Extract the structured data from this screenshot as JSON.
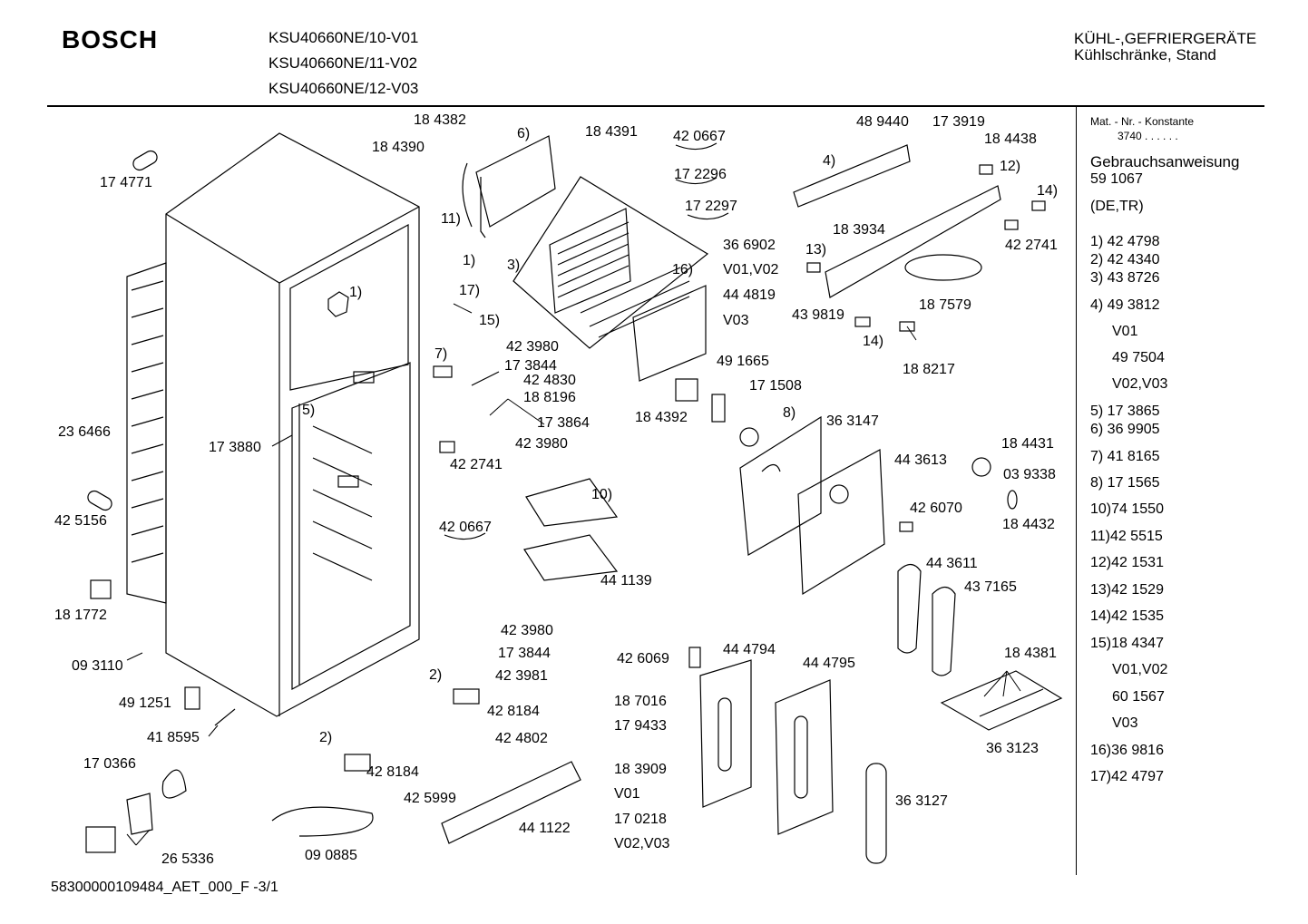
{
  "header": {
    "brand": "BOSCH",
    "models": [
      "KSU40660NE/10-V01",
      "KSU40660NE/11-V02",
      "KSU40660NE/12-V03"
    ],
    "category_line1": "KÜHL-,GEFRIERGERÄTE",
    "category_line2": "Kühlschränke, Stand"
  },
  "sidebar": {
    "mat_header": "Mat. - Nr. - Konstante",
    "mat_value": "3740  .  .    .  .  .  .",
    "manual_title": "Gebrauchsanweisung",
    "manual_number": "59 1067",
    "manual_lang": "(DE,TR)",
    "parts": [
      "1)  42 4798",
      "2)  42 4340",
      "3)  43 8726",
      "4)  49 3812",
      "V01",
      "49 7504",
      "V02,V03",
      "5)  17 3865",
      "6)  36 9905",
      "7)  41 8165",
      "8)  17 1565",
      "10)74 1550",
      "11)42 5515",
      "12)42 1531",
      "13)42 1529",
      "14)42 1535",
      "15)18 4347",
      "V01,V02",
      "60 1567",
      "V03",
      "16)36 9816",
      "17)42 4797"
    ]
  },
  "diagram": {
    "labels": [
      "18 4382",
      "6)",
      "18 4391",
      "42 0667",
      "48 9440",
      "17 3919",
      "18 4438",
      "18 4390",
      "17 2296",
      "4)",
      "12)",
      "17 4771",
      "17 2297",
      "14)",
      "11)",
      "18 3934",
      "42 2741",
      "3)",
      "36 6902",
      "1)",
      "13)",
      "16)",
      "V01,V02",
      "1)",
      "17)",
      "44 4819",
      "15)",
      "43 9819",
      "18 7579",
      "V03",
      "14)",
      "42 3980",
      "7)",
      "17 3844",
      "42 4830",
      "18 8217",
      "49 1665",
      "18 8196",
      "17 1508",
      "8)",
      "5)",
      "18 4392",
      "17 3864",
      "36 3147",
      "23 6466",
      "17 3880",
      "42 3980",
      "18 4431",
      "42 2741",
      "44 3613",
      "03 9338",
      "10)",
      "42 5156",
      "42 0667",
      "42 6070",
      "18 4432",
      "44 1139",
      "44 3611",
      "43 7165",
      "18 1772",
      "42 3980",
      "09 3110",
      "17 3844",
      "2)",
      "42 6069",
      "44 4794",
      "44 4795",
      "42 3981",
      "18 4381",
      "49 1251",
      "18 7016",
      "42 8184",
      "41 8595",
      "17 9433",
      "2)",
      "42 4802",
      "36 3123",
      "17 0366",
      "42 8184",
      "18 3909",
      "V01",
      "42 5999",
      "36 3127",
      "44 1122",
      "17 0218",
      "V02,V03",
      "26 5336",
      "09 0885"
    ]
  },
  "footer": {
    "code": "58300000109484_AET_000_F -3/1"
  }
}
